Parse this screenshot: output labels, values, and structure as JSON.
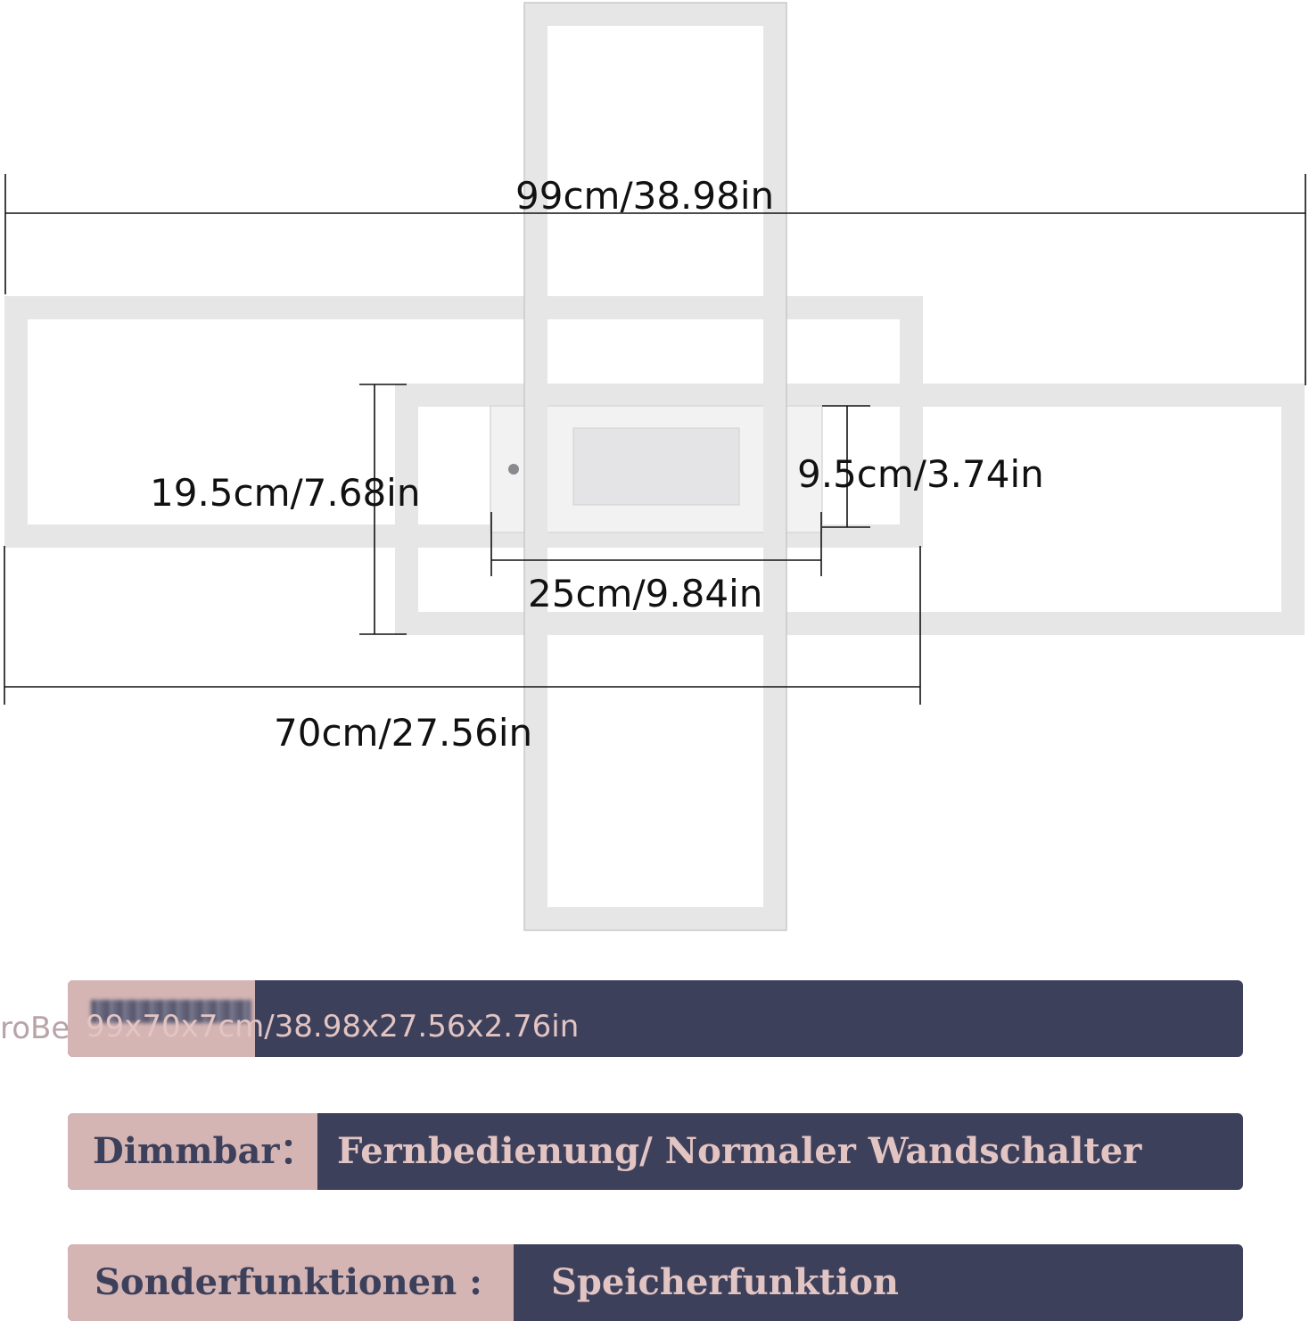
{
  "dimensions": {
    "total_width": "99cm/38.98in",
    "height": "19.5cm/7.68in",
    "base_height": "9.5cm/3.74in",
    "base_width": "25cm/9.84in",
    "frame_width": "70cm/27.56in"
  },
  "specs": {
    "size": {
      "label_partial": "roBe",
      "value": "99x70x7cm/38.98x27.56x2.76in"
    },
    "dimmable": {
      "label": "Dimmbar：",
      "value": "Fernbedienung/ Normaler Wandschalter"
    },
    "special": {
      "label": "Sonderfunktionen :",
      "value": "Speicherfunktion"
    }
  },
  "colors": {
    "bar_dark": "#3d405b",
    "bar_label": "#d5b5b4",
    "bar_value_text": "#e2c4c2",
    "lamp_frame": "#e6e6e6"
  }
}
